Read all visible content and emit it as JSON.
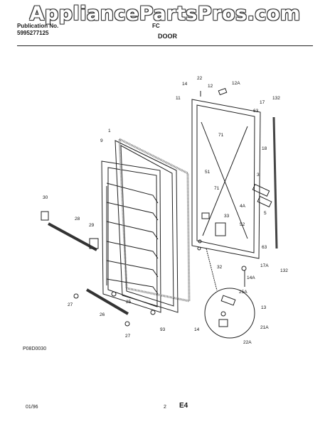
{
  "watermark": "AppliancePartsPros.com",
  "header": {
    "publication_label": "Publication No.",
    "publication_number": "5995277125",
    "model_prefix": "FC",
    "section_title": "DOOR"
  },
  "diagram_code": "P08D0030",
  "footer": {
    "date": "01/96",
    "page": "2",
    "code": "E4"
  },
  "callouts": [
    "22",
    "14",
    "12",
    "12A",
    "11",
    "17",
    "132",
    "63",
    "1",
    "9",
    "71",
    "18",
    "51",
    "3",
    "30",
    "28",
    "29",
    "4A",
    "71",
    "33",
    "5",
    "52",
    "63",
    "32",
    "17A",
    "132",
    "14A",
    "25A",
    "27",
    "25",
    "26",
    "27",
    "93",
    "13",
    "14",
    "21A",
    "22A"
  ]
}
